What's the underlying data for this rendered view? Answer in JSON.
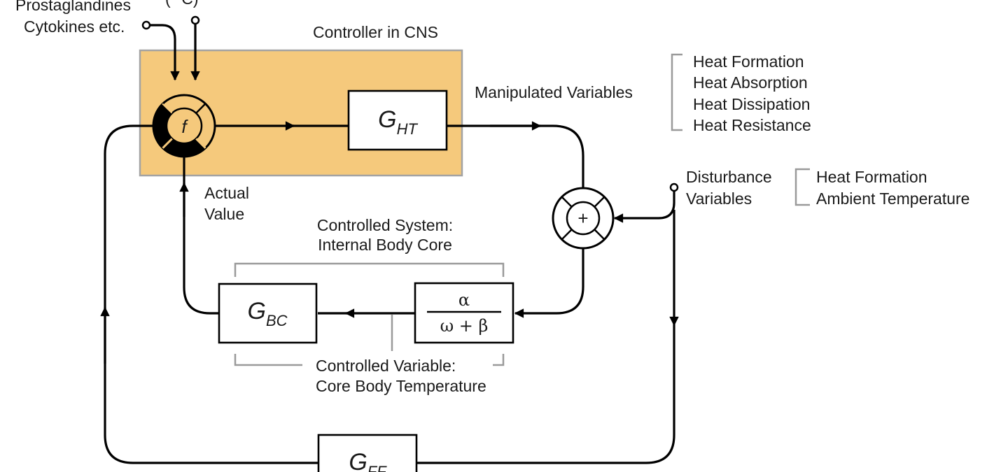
{
  "diagram": {
    "inputs": {
      "line1": "Prostaglandines",
      "line2": "Cytokines etc.",
      "partial_label": "( °C)"
    },
    "controller": {
      "title": "Controller in CNS",
      "comparator_symbol": "f",
      "block": {
        "main": "G",
        "sub": "HT"
      },
      "fill_color": "#f5c97c"
    },
    "manipulated": {
      "label": "Manipulated Variables",
      "items": [
        "Heat Formation",
        "Heat Absorption",
        "Heat Dissipation",
        "Heat Resistance"
      ]
    },
    "disturbance": {
      "label_line1": "Disturbance",
      "label_line2": "Variables",
      "items": [
        "Heat Formation",
        "Ambient Temperature"
      ]
    },
    "summing_symbol": "+",
    "actual_value": {
      "line1": "Actual",
      "line2": "Value"
    },
    "controlled_system": {
      "line1": "Controlled System:",
      "line2": "Internal Body Core"
    },
    "transfer": {
      "numerator": "α",
      "denominator": "ω + β"
    },
    "gbc": {
      "main": "G",
      "sub": "BC"
    },
    "controlled_variable": {
      "line1": "Controlled Variable:",
      "line2": "Core Body Temperature"
    },
    "gff": {
      "main": "G",
      "sub": "FF"
    }
  }
}
